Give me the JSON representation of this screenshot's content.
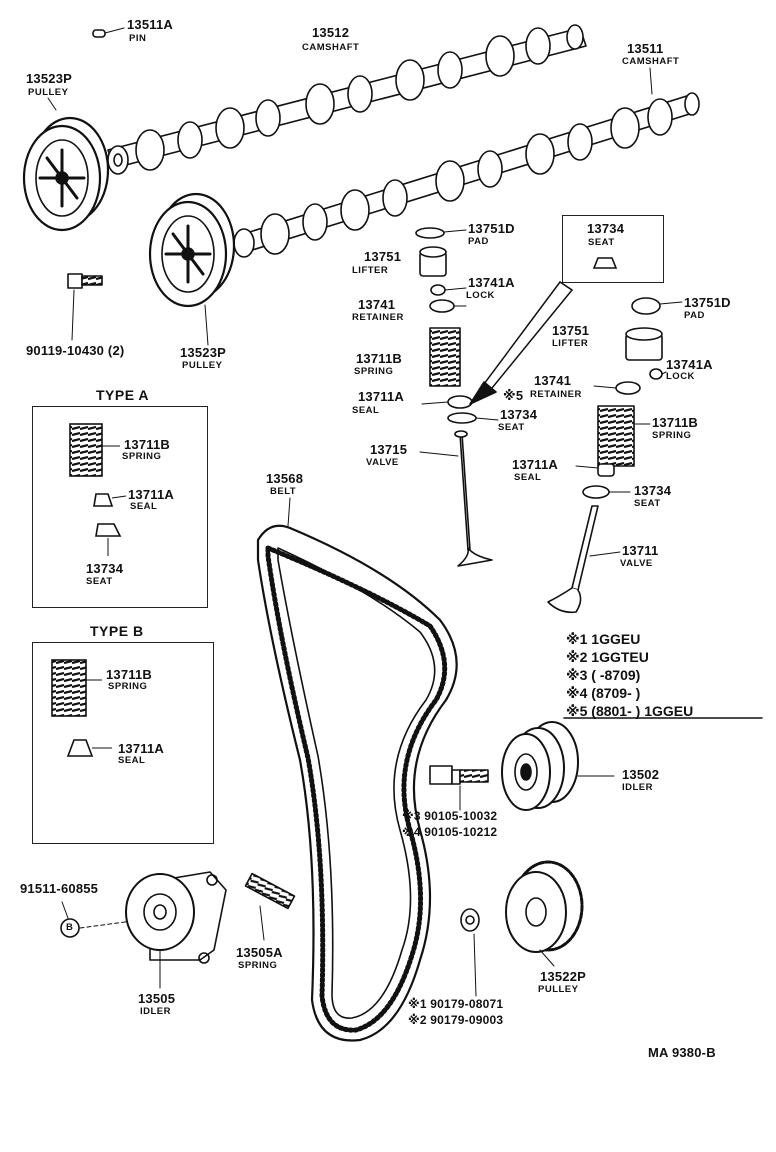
{
  "parts": {
    "pin": {
      "number": "13511A",
      "name": "PIN"
    },
    "camshaft_1": {
      "number": "13512",
      "name": "CAMSHAFT"
    },
    "camshaft_2": {
      "number": "13511",
      "name": "CAMSHAFT"
    },
    "pulley_top": {
      "number": "13523P",
      "name": "PULLEY"
    },
    "pulley_mid": {
      "number": "13523P",
      "name": "PULLEY"
    },
    "bolt": {
      "number": "90119-10430 (2)"
    },
    "pad_l": {
      "number": "13751D",
      "name": "PAD"
    },
    "lifter_l": {
      "number": "13751",
      "name": "LIFTER"
    },
    "lock_l": {
      "number": "13741A",
      "name": "LOCK"
    },
    "retainer_l": {
      "number": "13741",
      "name": "RETAINER"
    },
    "spring_l": {
      "number": "13711B",
      "name": "SPRING"
    },
    "seal_l": {
      "number": "13711A",
      "name": "SEAL"
    },
    "seat_l": {
      "number": "13734",
      "name": "SEAT"
    },
    "valve_l": {
      "number": "13715",
      "name": "VALVE"
    },
    "seat_box": {
      "number": "13734",
      "name": "SEAT"
    },
    "pad_r": {
      "number": "13751D",
      "name": "PAD"
    },
    "lifter_r": {
      "number": "13751",
      "name": "LIFTER"
    },
    "lock_r": {
      "number": "13741A",
      "name": "LOCK"
    },
    "retainer_r": {
      "number": "13741",
      "mark": "※5",
      "name": "RETAINER"
    },
    "spring_r": {
      "number": "13711B",
      "name": "SPRING"
    },
    "seal_r": {
      "number": "13711A",
      "name": "SEAL"
    },
    "seat_r": {
      "number": "13734",
      "name": "SEAT"
    },
    "valve_r": {
      "number": "13711",
      "name": "VALVE"
    },
    "belt": {
      "number": "13568",
      "name": "BELT"
    },
    "idler_r": {
      "number": "13502",
      "name": "IDLER"
    },
    "idler_bolts": {
      "line1": "※3 90105-10032",
      "line2": "※4 90105-10212"
    },
    "plug": {
      "number": "91511-60855",
      "marker": "B"
    },
    "idler_l": {
      "number": "13505",
      "name": "IDLER"
    },
    "spring_tension": {
      "number": "13505A",
      "name": "SPRING"
    },
    "pulley_bottom": {
      "number": "13522P",
      "name": "PULLEY"
    },
    "nut": {
      "line1": "※1 90179-08071",
      "line2": "※2 90179-09003"
    }
  },
  "type_a": {
    "title": "TYPE A",
    "spring": {
      "number": "13711B",
      "name": "SPRING"
    },
    "seal": {
      "number": "13711A",
      "name": "SEAL"
    },
    "seat": {
      "number": "13734",
      "name": "SEAT"
    }
  },
  "type_b": {
    "title": "TYPE B",
    "spring": {
      "number": "13711B",
      "name": "SPRING"
    },
    "seal": {
      "number": "13711A",
      "name": "SEAL"
    }
  },
  "notes": [
    "※1 1GGEU",
    "※2 1GGTEU",
    "※3 (      -8709)",
    "※4 (8709-        )",
    "※5 (8801-        ) 1GGEU"
  ],
  "diagram_code": "MA  9380-B"
}
